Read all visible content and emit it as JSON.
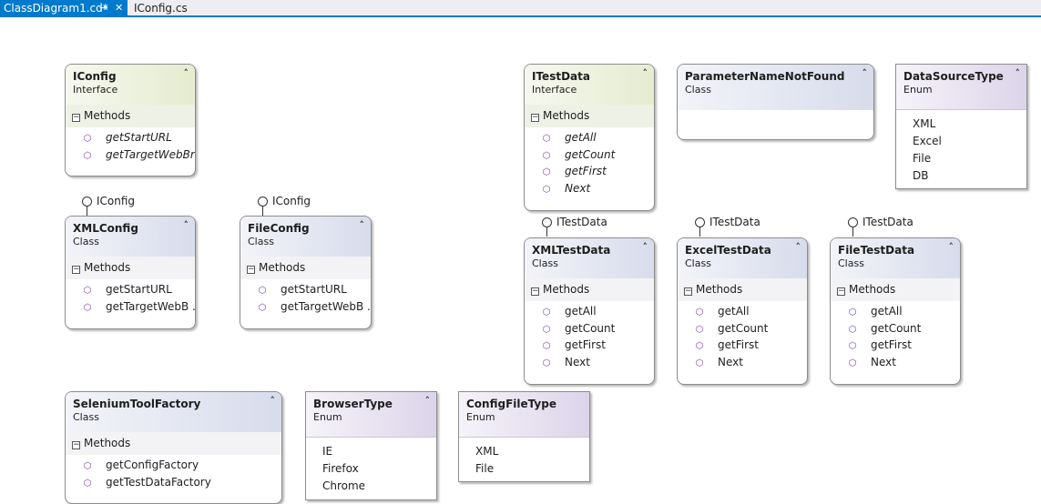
{
  "tabs": [
    {
      "label": "ClassDiagram1.cd*",
      "pin_icon": "⇥",
      "close_icon": "✕"
    },
    {
      "label": "IConfig.cs"
    }
  ],
  "section_label": "Methods",
  "collapse_icon": "˄",
  "shapes": {
    "iconfig": {
      "name": "IConfig",
      "kind": "Interface",
      "methods": [
        "getStartURL",
        "getTargetWebBro..."
      ]
    },
    "xmlconfig": {
      "name": "XMLConfig",
      "kind": "Class",
      "implements": "IConfig",
      "methods": [
        "getStartURL",
        "getTargetWebB ..."
      ]
    },
    "fileconfig": {
      "name": "FileConfig",
      "kind": "Class",
      "implements": "IConfig",
      "methods": [
        "getStartURL",
        "getTargetWebB ..."
      ]
    },
    "itestdata": {
      "name": "ITestData",
      "kind": "Interface",
      "methods": [
        "getAll",
        "getCount",
        "getFirst",
        "Next"
      ]
    },
    "parameternamenotfound": {
      "name": "ParameterNameNotFound",
      "kind": "Class"
    },
    "datasourcetype": {
      "name": "DataSourceType",
      "kind": "Enum",
      "values": [
        "XML",
        "Excel",
        "File",
        "DB"
      ]
    },
    "xmltestdata": {
      "name": "XMLTestData",
      "kind": "Class",
      "implements": "ITestData",
      "methods": [
        "getAll",
        "getCount",
        "getFirst",
        "Next"
      ]
    },
    "exceltestdata": {
      "name": "ExcelTestData",
      "kind": "Class",
      "implements": "ITestData",
      "methods": [
        "getAll",
        "getCount",
        "getFirst",
        "Next"
      ]
    },
    "filetestdata": {
      "name": "FileTestData",
      "kind": "Class",
      "implements": "ITestData",
      "methods": [
        "getAll",
        "getCount",
        "getFirst",
        "Next"
      ]
    },
    "seleniumtoolfactory": {
      "name": "SeleniumToolFactory",
      "kind": "Class",
      "methods": [
        "getConfigFactory",
        "getTestDataFactory"
      ]
    },
    "browsertype": {
      "name": "BrowserType",
      "kind": "Enum",
      "values": [
        "IE",
        "Firefox",
        "Chrome"
      ]
    },
    "configfiletype": {
      "name": "ConfigFileType",
      "kind": "Enum",
      "values": [
        "XML",
        "File"
      ]
    }
  },
  "icons": {
    "method": "method-cube-icon",
    "collapse": "collapse-chevron-icon",
    "section_toggle": "section-minus-icon",
    "lollipop": "interface-lollipop-icon"
  },
  "colors": {
    "accent": "#007acc",
    "interface_header": "#e5eccf",
    "class_header": "#d7dcec",
    "enum_header": "#dcd4ea",
    "method_icon": "#7a3fb0"
  }
}
